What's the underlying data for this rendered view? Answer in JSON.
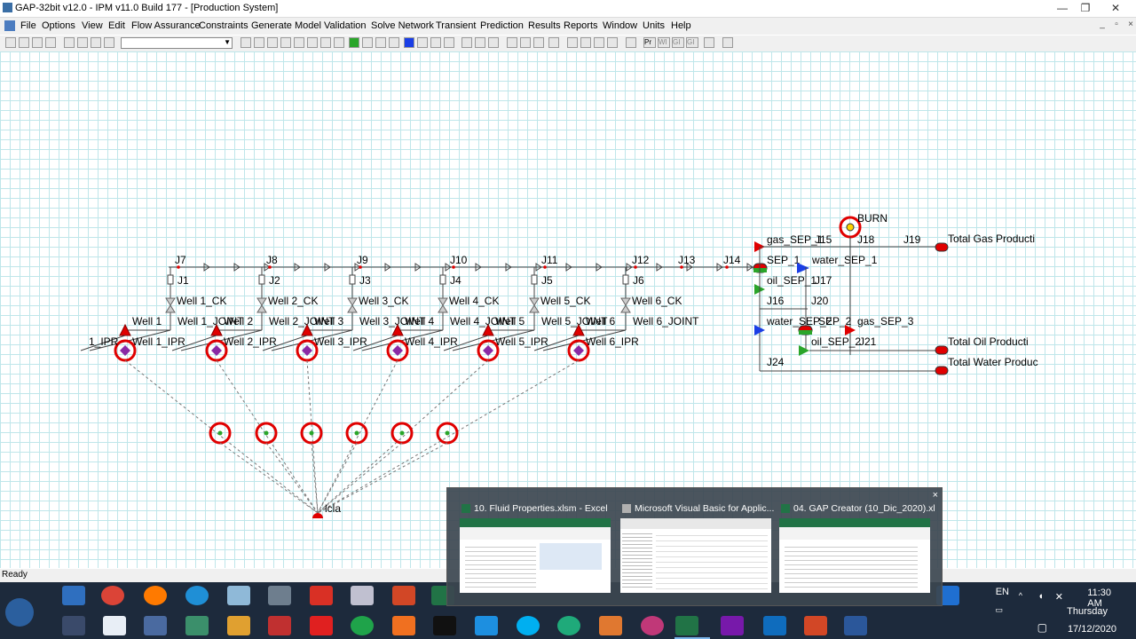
{
  "window": {
    "title": "GAP-32bit v12.0 - IPM v11.0 Build 177 - [Production System]",
    "controls": [
      "—",
      "❐",
      "✕"
    ]
  },
  "menu": [
    "File",
    "Options",
    "View",
    "Edit",
    "Flow Assurance",
    "Constraints",
    "Generate",
    "Model Validation",
    "Solve Network",
    "Transient",
    "Prediction",
    "Results",
    "Reports",
    "Window",
    "Units",
    "Help"
  ],
  "toolbar": {
    "text_buttons": [
      "Pr",
      "WI",
      "GI",
      "GI"
    ]
  },
  "network": {
    "junctions": {
      "top": [
        "J7",
        "J8",
        "J9",
        "J10",
        "J11",
        "J12",
        "J13",
        "J14"
      ],
      "mid": [
        "J1",
        "J2",
        "J3",
        "J4",
        "J5",
        "J6"
      ],
      "right": [
        "J15",
        "J18",
        "J19",
        "J17",
        "J16",
        "J20",
        "J21",
        "J24"
      ]
    },
    "chokes": [
      "Well 1_CK",
      "Well 2_CK",
      "Well 3_CK",
      "Well 4_CK",
      "Well 5_CK",
      "Well 6_CK"
    ],
    "wells": [
      "Well 1",
      "Well 2",
      "Well 3",
      "Well 4",
      "Well 5",
      "Well 6"
    ],
    "joints": [
      "Well 1_JOINT",
      "Well 2_JOINT",
      "Well 3_JOINT",
      "Well 4_JOINT",
      "Well 5_JOINT",
      "Well 6_JOINT"
    ],
    "iprs": [
      "Well 1_IPR",
      "Well 2_IPR",
      "Well 3_IPR",
      "Well 4_IPR",
      "Well 5_IPR",
      "Well 6_IPR"
    ],
    "ipr_left_label": "1_IPR",
    "separators": {
      "sep1": "SEP_1",
      "gas_sep1": "gas_SEP_1",
      "water_sep1": "water_SEP_1",
      "oil_sep1": "oil_SEP_1",
      "sep2": "SEP_2",
      "water_sep2": "water_SEP_2",
      "gas_sep3": "gas_SEP_3",
      "oil_sep2": "oil_SEP_2"
    },
    "burn": "BURN",
    "source": "lcla",
    "sinks": [
      "Total Gas Producti",
      "Total Oil Producti",
      "Total Water Produc"
    ]
  },
  "status": {
    "text": "Ready"
  },
  "taskbar_popup": {
    "items": [
      {
        "label": "10. Fluid Properties.xlsm - Excel",
        "icon": "excel-icon"
      },
      {
        "label": "Microsoft Visual Basic for Applic...",
        "icon": "vba-icon"
      },
      {
        "label": "04. GAP Creator (10_Dic_2020).xl...",
        "icon": "excel-icon"
      }
    ]
  },
  "tray": {
    "lang": "EN",
    "time": "11:30 AM",
    "day": "Thursday",
    "date": "17/12/2020"
  },
  "colors": {
    "grid": "#bfe6ea",
    "well_red": "#e00000",
    "sep_red": "#e00000",
    "sep_green": "#2aa52a",
    "sep_blue": "#1a3ee6",
    "taskbar": "#1d2a3c"
  }
}
